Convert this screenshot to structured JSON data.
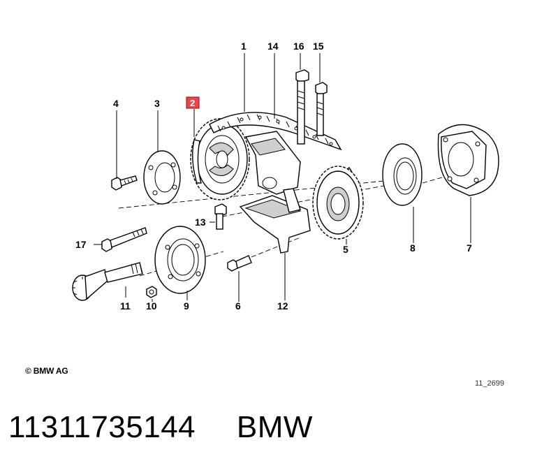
{
  "diagram": {
    "callouts": {
      "c1": "1",
      "c2": "2",
      "c3": "3",
      "c4": "4",
      "c5": "5",
      "c6": "6",
      "c7": "7",
      "c8": "8",
      "c9": "9",
      "c10": "10",
      "c11": "11",
      "c12": "12",
      "c13": "13",
      "c14": "14",
      "c15": "15",
      "c16": "16",
      "c17": "17"
    },
    "highlighted_callout": "2",
    "highlight_color": "#e04a4a"
  },
  "copyright": "© BMW AG",
  "drawing_number": "11_2699",
  "caption": {
    "part_number": "11311735144",
    "brand": "BMW"
  }
}
